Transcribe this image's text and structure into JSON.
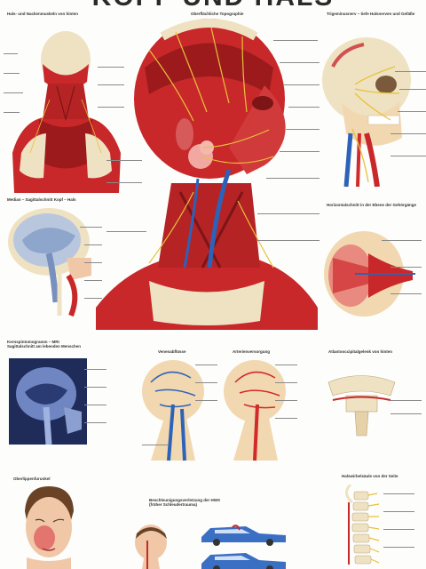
{
  "poster": {
    "title": "KOPF UND HALS"
  },
  "panels": {
    "neck_muscles_back": {
      "title": "Hals- und Nackenmuskeln von hinten"
    },
    "surface_topography": {
      "title": "Oberflächliche Topographie"
    },
    "trigeminus": {
      "title": "Trigeminusnerv – tiefe Halsnerven und Gefäße"
    },
    "median_sagittal": {
      "title": "Median – Sagittalschnitt  Kopf – Hals"
    },
    "horizontal_section": {
      "title": "Horizontalschnitt in der Ebene der Gehörgänge"
    },
    "mri": {
      "title": "Kernspintomogramm – MRI\nSagittalschnitt am lebenden Menschen"
    },
    "veins": {
      "title": "Venenabflüsse"
    },
    "arteries": {
      "title": "Arterienversorgung"
    },
    "atlanto": {
      "title": "Atlantooccipitalgelenk von hinten"
    },
    "furuncle": {
      "title": "Oberlippenfurunkel"
    },
    "whiplash": {
      "title": "Beschleunigungsverletzung der HWS\n(früher Schleudertrauma)"
    },
    "cervical_spine": {
      "title": "Halswirbelsäule von der Seite"
    }
  },
  "colors": {
    "muscle": "#c8282a",
    "muscle_dark": "#9c1a1c",
    "nerve": "#e8c23a",
    "vein": "#2c63b8",
    "artery": "#d22a2a",
    "bone": "#efe2c2",
    "skin": "#f0c8a8",
    "mri_bg": "#1f2c5a",
    "car": "#3a6fc4"
  }
}
